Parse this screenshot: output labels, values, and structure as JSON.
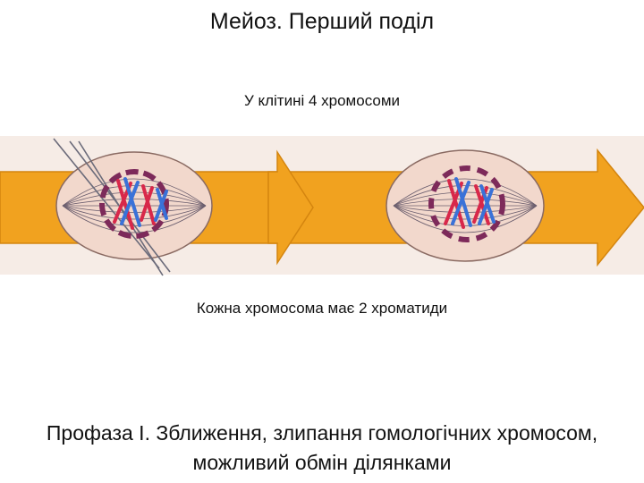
{
  "slide": {
    "title": "Мейоз. Перший поділ",
    "caption_top": "У клітині 4 хромосоми",
    "caption_middle": "Кожна хромосома має 2 хроматиди",
    "summary": "Профаза I. Зближення, злипання гомологічних хромосом, можливий обмін ділянками"
  },
  "figure": {
    "description_icon": "meiosis-prophase-cells",
    "colors": {
      "background_band": "#f6ece6",
      "arrow": "#f1a21f",
      "arrow_edge": "#d4850f",
      "cell_fill": "#f2d8cc",
      "cell_edge": "#8a6a62",
      "nucleus_membrane": "#7d2a5a",
      "chromosome_red": "#d8284a",
      "chromosome_blue": "#3a72d8",
      "spindle": "#6b5e6e"
    }
  }
}
